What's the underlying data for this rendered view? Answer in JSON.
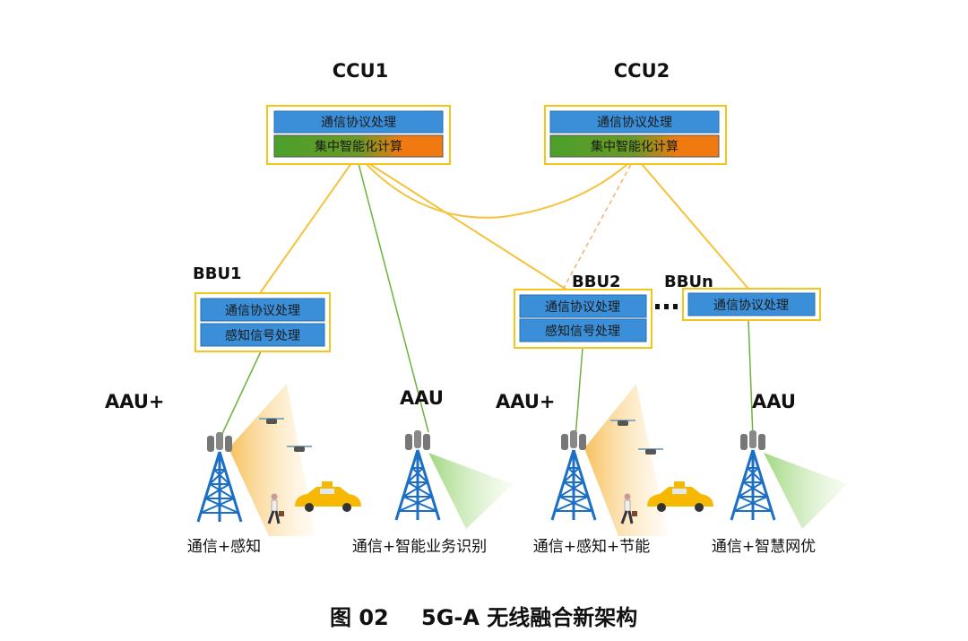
{
  "colors": {
    "protocol_box": "#3a8fd8",
    "compute_green": "#4aa02c",
    "compute_orange": "#f07a10",
    "frame": "#f5c518",
    "link_yellow": "#f5c23a",
    "link_green": "#6cb33e",
    "tower": "#1c6fc4"
  },
  "ccu": [
    {
      "label": "CCU1",
      "rows": [
        "通信协议处理",
        "集中智能化计算"
      ]
    },
    {
      "label": "CCU2",
      "rows": [
        "通信协议处理",
        "集中智能化计算"
      ]
    }
  ],
  "bbu": [
    {
      "label": "BBU1",
      "rows": [
        "通信协议处理",
        "感知信号处理"
      ]
    },
    {
      "label": "BBU2",
      "rows": [
        "通信协议处理",
        "感知信号处理"
      ]
    },
    {
      "label": "BBUn",
      "rows": [
        "通信协议处理"
      ]
    }
  ],
  "aau": [
    {
      "label": "AAU+",
      "caption": "通信+感知",
      "coverage": "sensing"
    },
    {
      "label": "AAU",
      "caption": "通信+智能业务识别",
      "coverage": "communication"
    },
    {
      "label": "AAU+",
      "caption": "通信+感知+节能",
      "coverage": "sensing"
    },
    {
      "label": "AAU",
      "caption": "通信+智慧网优",
      "coverage": "communication"
    }
  ],
  "figure": {
    "number": "图 02",
    "title": "5G-A 无线融合新架构"
  }
}
